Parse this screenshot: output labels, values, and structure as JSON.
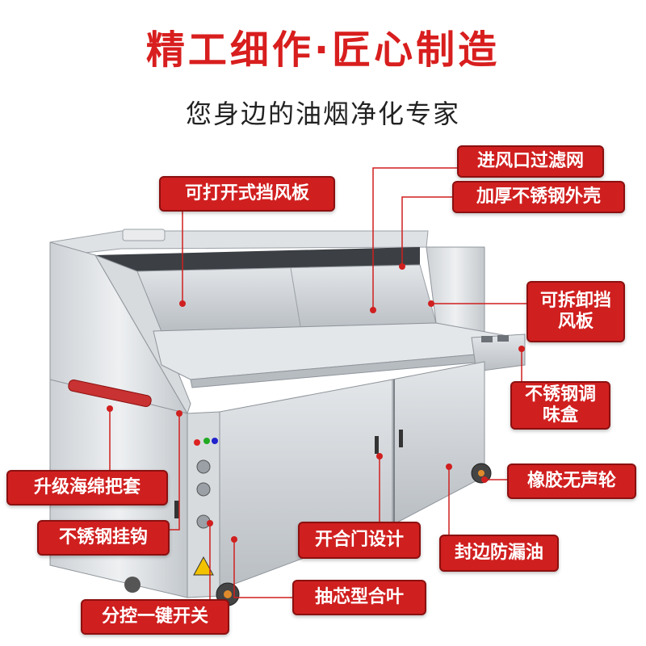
{
  "header": {
    "title": "精工细作·匠心制造",
    "subtitle": "您身边的油烟净化专家"
  },
  "callouts": {
    "inlet_filter": "进风口过滤网",
    "openable_baffle": "可打开式挡风板",
    "thick_shell": "加厚不锈钢外壳",
    "removable_baffle": "可拆卸挡风板",
    "seasoning_box": "不锈钢调味盒",
    "sponge_grip": "升级海绵把套",
    "rubber_wheel": "橡胶无声轮",
    "hook": "不锈钢挂钩",
    "double_door": "开合门设计",
    "sealed_edge": "封边防漏油",
    "switch": "分控一键开关",
    "hinge": "抽芯型合叶"
  },
  "colors": {
    "accent": "#d01f1f",
    "steel": "#c9cdd1"
  }
}
